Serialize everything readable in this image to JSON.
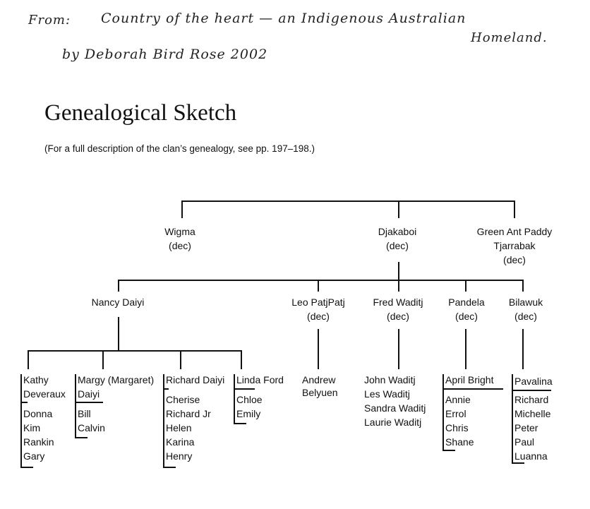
{
  "note": {
    "line1a": "From:",
    "line1b": "Country of the heart — an Indigenous Australian",
    "line1c": "Homeland.",
    "line2": "by Deborah Bird Rose 2002"
  },
  "title": "Genealogical Sketch",
  "subtitle": "(For a full description of the clan’s genealogy, see pp. 197–198.)",
  "gen1": {
    "wigma": {
      "name": "Wigma",
      "status": "(dec)"
    },
    "djakaboi": {
      "name": "Djakaboi",
      "status": "(dec)"
    },
    "paddy": {
      "name1": "Green Ant Paddy",
      "name2": "Tjarrabak",
      "status": "(dec)"
    }
  },
  "gen2": {
    "nancy": {
      "name": "Nancy Daiyi"
    },
    "leo": {
      "name": "Leo PatjPatj",
      "status": "(dec)"
    },
    "fred": {
      "name": "Fred Waditj",
      "status": "(dec)"
    },
    "pandela": {
      "name": "Pandela",
      "status": "(dec)"
    },
    "bilawuk": {
      "name": "Bilawuk",
      "status": "(dec)"
    }
  },
  "gen3": {
    "kathy": {
      "head1": "Kathy",
      "head2": "Deveraux",
      "children": [
        "Donna",
        "Kim",
        "Rankin",
        "Gary"
      ]
    },
    "margy": {
      "head1": "Margy (Margaret)",
      "head2": "Daiyi",
      "children": [
        "Bill",
        "Calvin"
      ]
    },
    "richard": {
      "head1": "Richard Daiyi",
      "children": [
        "Cherise",
        "Richard Jr",
        "Helen",
        "Karina",
        "Henry"
      ]
    },
    "linda": {
      "head1": "Linda Ford",
      "children": [
        "Chloe",
        "Emily"
      ]
    },
    "andrew": {
      "head1": "Andrew",
      "head2": "Belyuen"
    },
    "john": {
      "children": [
        "John Waditj",
        "Les Waditj",
        "Sandra Waditj",
        "Laurie Waditj"
      ]
    },
    "april": {
      "head1": "April Bright",
      "children": [
        "Annie",
        "Errol",
        "Chris",
        "Shane"
      ]
    },
    "pavalina": {
      "head1": "Pavalina",
      "children": [
        "Richard",
        "Michelle",
        "Peter",
        "Paul",
        "Luanna"
      ]
    }
  }
}
